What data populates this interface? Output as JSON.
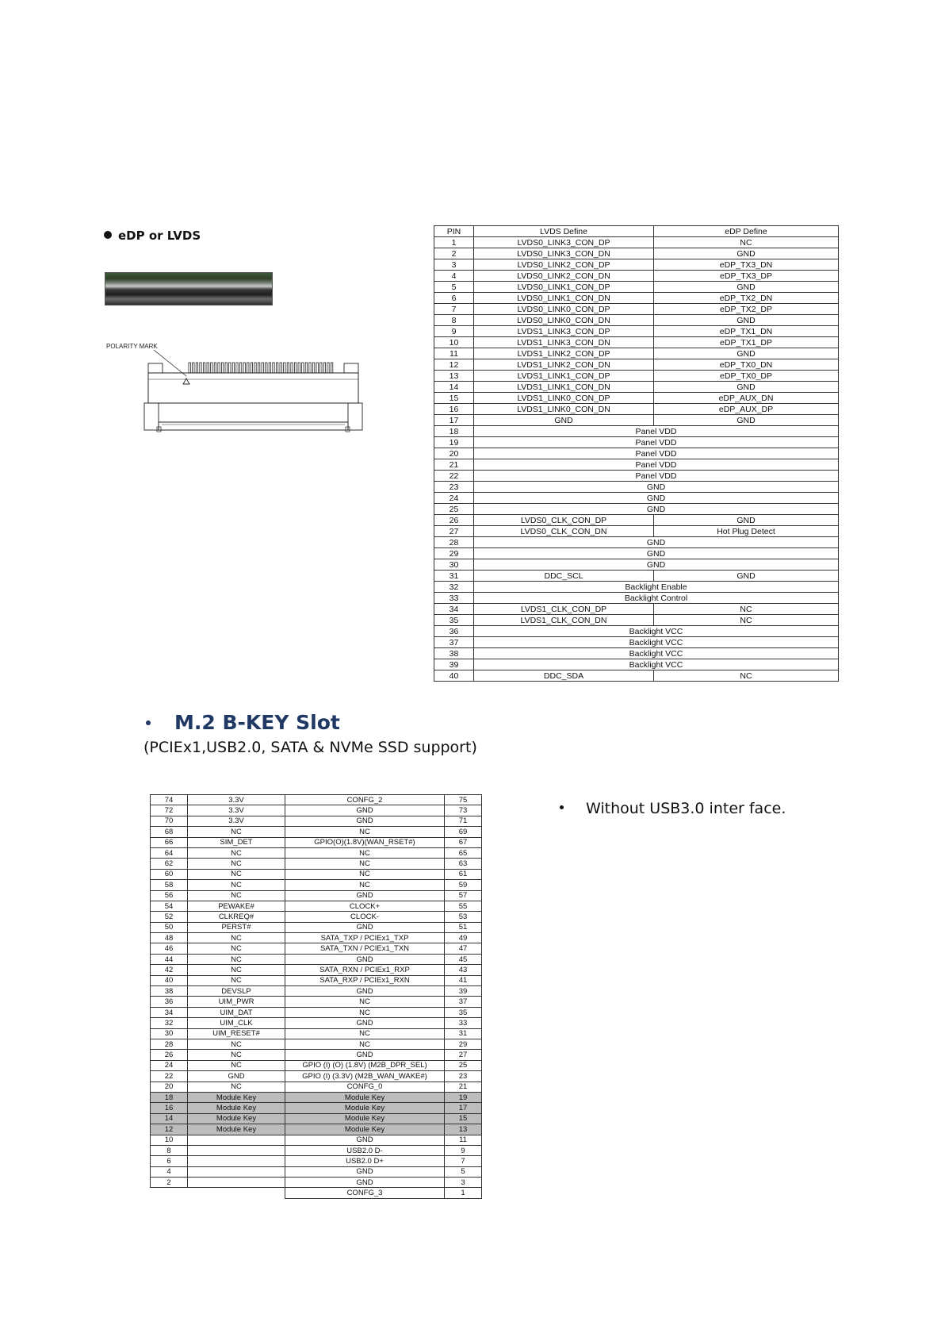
{
  "edp": {
    "title": "eDP or LVDS",
    "polarity_mark": "POLARITY MARK",
    "table_header": [
      "PIN",
      "LVDS Define",
      "eDP Define"
    ],
    "rows": [
      [
        "1",
        "LVDS0_LINK3_CON_DP",
        "NC"
      ],
      [
        "2",
        "LVDS0_LINK3_CON_DN",
        "GND"
      ],
      [
        "3",
        "LVDS0_LINK2_CON_DP",
        "eDP_TX3_DN"
      ],
      [
        "4",
        "LVDS0_LINK2_CON_DN",
        "eDP_TX3_DP"
      ],
      [
        "5",
        "LVDS0_LINK1_CON_DP",
        "GND"
      ],
      [
        "6",
        "LVDS0_LINK1_CON_DN",
        "eDP_TX2_DN"
      ],
      [
        "7",
        "LVDS0_LINK0_CON_DP",
        "eDP_TX2_DP"
      ],
      [
        "8",
        "LVDS0_LINK0_CON_DN",
        "GND"
      ],
      [
        "9",
        "LVDS1_LINK3_CON_DP",
        "eDP_TX1_DN"
      ],
      [
        "10",
        "LVDS1_LINK3_CON_DN",
        "eDP_TX1_DP"
      ],
      [
        "11",
        "LVDS1_LINK2_CON_DP",
        "GND"
      ],
      [
        "12",
        "LVDS1_LINK2_CON_DN",
        "eDP_TX0_DN"
      ],
      [
        "13",
        "LVDS1_LINK1_CON_DP",
        "eDP_TX0_DP"
      ],
      [
        "14",
        "LVDS1_LINK1_CON_DN",
        "GND"
      ],
      [
        "15",
        "LVDS1_LINK0_CON_DP",
        "eDP_AUX_DN"
      ],
      [
        "16",
        "LVDS1_LINK0_CON_DN",
        "eDP_AUX_DP"
      ],
      [
        "17",
        "GND",
        "GND"
      ],
      [
        "18",
        "Panel VDD"
      ],
      [
        "19",
        "Panel VDD"
      ],
      [
        "20",
        "Panel VDD"
      ],
      [
        "21",
        "Panel VDD"
      ],
      [
        "22",
        "Panel VDD"
      ],
      [
        "23",
        "GND"
      ],
      [
        "24",
        "GND"
      ],
      [
        "25",
        "GND"
      ],
      [
        "26",
        "LVDS0_CLK_CON_DP",
        "GND"
      ],
      [
        "27",
        "LVDS0_CLK_CON_DN",
        "Hot Plug Detect"
      ],
      [
        "28",
        "GND"
      ],
      [
        "29",
        "GND"
      ],
      [
        "30",
        "GND"
      ],
      [
        "31",
        "DDC_SCL",
        "GND"
      ],
      [
        "32",
        "Backlight Enable"
      ],
      [
        "33",
        "Backlight Control"
      ],
      [
        "34",
        "LVDS1_CLK_CON_DP",
        "NC"
      ],
      [
        "35",
        "LVDS1_CLK_CON_DN",
        "NC"
      ],
      [
        "36",
        "Backlight VCC"
      ],
      [
        "37",
        "Backlight VCC"
      ],
      [
        "38",
        "Backlight VCC"
      ],
      [
        "39",
        "Backlight VCC"
      ],
      [
        "40",
        "DDC_SDA",
        "NC"
      ]
    ]
  },
  "m2": {
    "title": "M.2 B-KEY Slot",
    "subtitle": "(PCIEx1,USB2.0, SATA & NVMe SSD support)",
    "note": "Without USB3.0 inter face.",
    "rows": [
      [
        "74",
        "3.3V",
        "CONFG_2",
        "75"
      ],
      [
        "72",
        "3.3V",
        "GND",
        "73"
      ],
      [
        "70",
        "3.3V",
        "GND",
        "71"
      ],
      [
        "68",
        "NC",
        "NC",
        "69"
      ],
      [
        "66",
        "SIM_DET",
        "GPIO(O)(1.8V)(WAN_RSET#)",
        "67"
      ],
      [
        "64",
        "NC",
        "NC",
        "65"
      ],
      [
        "62",
        "NC",
        "NC",
        "63"
      ],
      [
        "60",
        "NC",
        "NC",
        "61"
      ],
      [
        "58",
        "NC",
        "NC",
        "59"
      ],
      [
        "56",
        "NC",
        "GND",
        "57"
      ],
      [
        "54",
        "PEWAKE#",
        "CLOCK+",
        "55"
      ],
      [
        "52",
        "CLKREQ#",
        "CLOCK-",
        "53"
      ],
      [
        "50",
        "PERST#",
        "GND",
        "51"
      ],
      [
        "48",
        "NC",
        "SATA_TXP / PCIEx1_TXP",
        "49"
      ],
      [
        "46",
        "NC",
        "SATA_TXN / PCIEx1_TXN",
        "47"
      ],
      [
        "44",
        "NC",
        "GND",
        "45"
      ],
      [
        "42",
        "NC",
        "SATA_RXN / PCIEx1_RXP",
        "43"
      ],
      [
        "40",
        "NC",
        "SATA_RXP / PCIEx1_RXN",
        "41"
      ],
      [
        "38",
        "DEVSLP",
        "GND",
        "39"
      ],
      [
        "36",
        "UIM_PWR",
        "NC",
        "37"
      ],
      [
        "34",
        "UIM_DAT",
        "NC",
        "35"
      ],
      [
        "32",
        "UIM_CLK",
        "GND",
        "33"
      ],
      [
        "30",
        "UIM_RESET#",
        "NC",
        "31"
      ],
      [
        "28",
        "NC",
        "NC",
        "29"
      ],
      [
        "26",
        "NC",
        "GND",
        "27"
      ],
      [
        "24",
        "NC",
        "GPIO (I) (O) (1.8V) (M2B_DPR_SEL)",
        "25"
      ],
      [
        "22",
        "GND",
        "GPIO (I) (3.3V) (M2B_WAN_WAKE#)",
        "23"
      ],
      [
        "20",
        "NC",
        "CONFG_0",
        "21"
      ],
      [
        "18",
        "Module Key",
        "Module Key",
        "19"
      ],
      [
        "16",
        "Module Key",
        "Module Key",
        "17"
      ],
      [
        "14",
        "Module Key",
        "Module Key",
        "15"
      ],
      [
        "12",
        "Module Key",
        "Module Key",
        "13"
      ],
      [
        "10",
        "",
        "GND",
        "11"
      ],
      [
        "8",
        "",
        "USB2.0 D-",
        "9"
      ],
      [
        "6",
        "",
        "USB2.0 D+",
        "7"
      ],
      [
        "4",
        "",
        "GND",
        "5"
      ],
      [
        "2",
        "",
        "GND",
        "3"
      ],
      [
        "",
        "",
        "CONFG_3",
        "1"
      ]
    ]
  }
}
